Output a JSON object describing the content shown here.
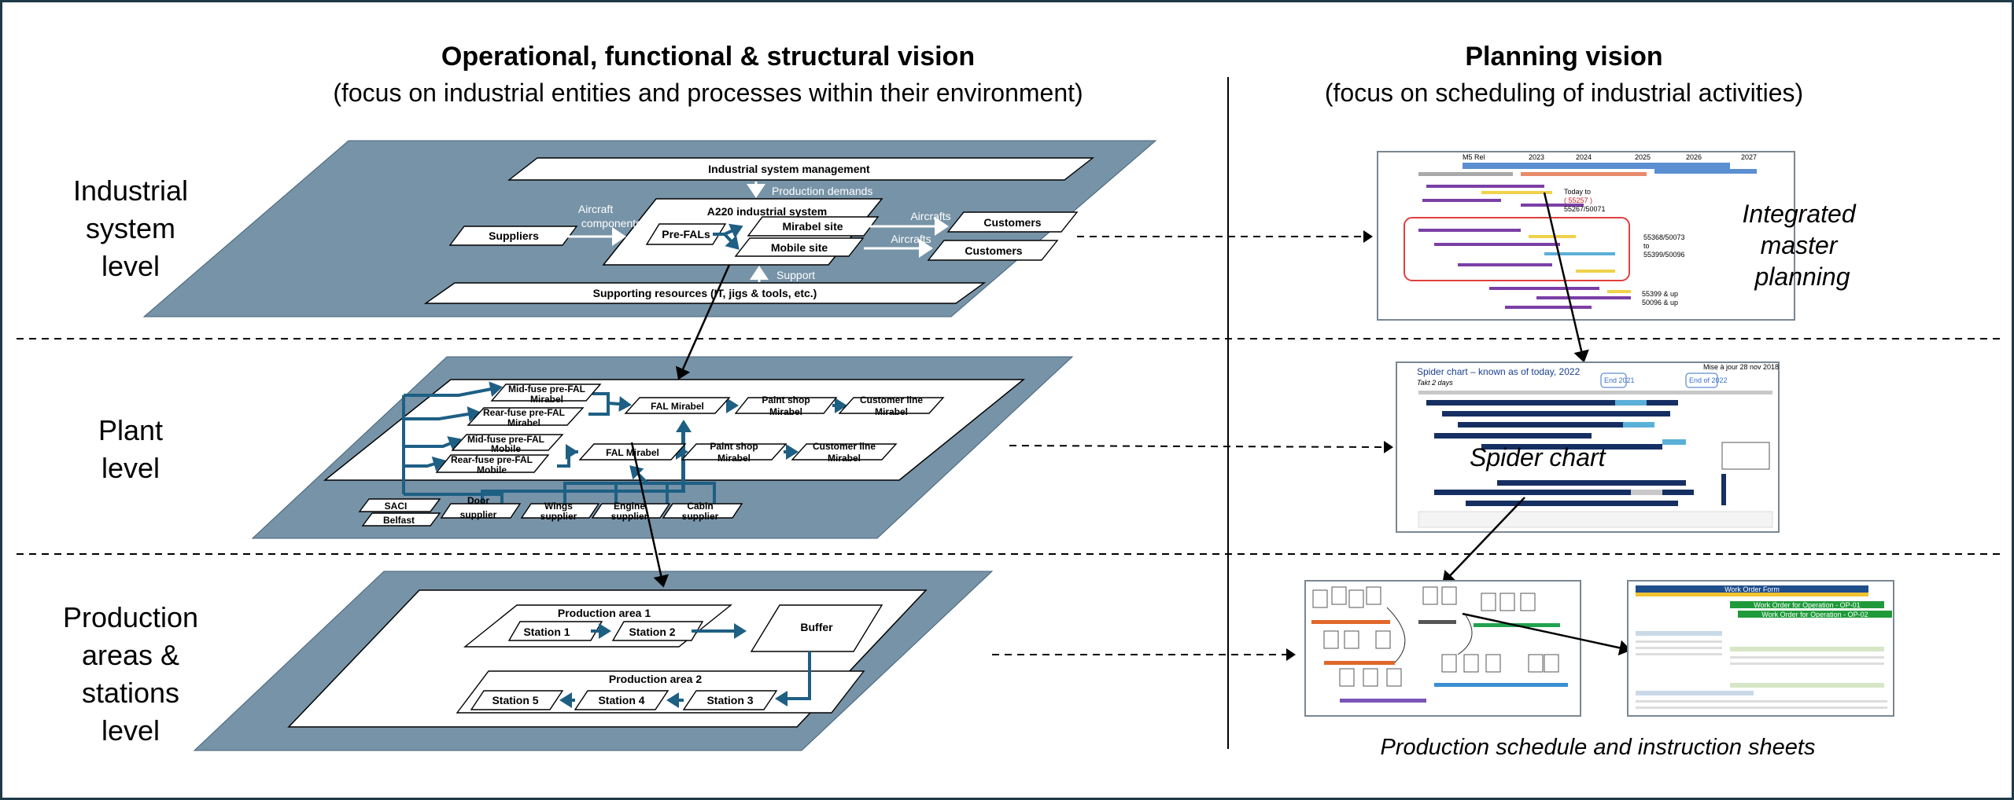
{
  "headings": {
    "left_title": "Operational, functional & structural vision",
    "left_subtitle": "(focus on industrial entities and processes within their environment)",
    "right_title": "Planning vision",
    "right_subtitle": "(focus on scheduling  of industrial activities)"
  },
  "levels": {
    "industrial": [
      "Industrial",
      "system",
      "level"
    ],
    "plant": [
      "Plant",
      "level"
    ],
    "production": [
      "Production",
      "areas &",
      "stations",
      "level"
    ]
  },
  "industrial_diagram": {
    "management": "Industrial system management",
    "production_demands": "Production demands",
    "system": "A220 industrial system",
    "pre_fals": "Pre-FALs",
    "mirabel_site": "Mirabel site",
    "mobile_site": "Mobile site",
    "suppliers": "Suppliers",
    "aircraft_components": [
      "Aircraft",
      "components"
    ],
    "aircrafts_label_1": "Aircrafts",
    "aircrafts_label_2": "Aircrafts",
    "customers_1": "Customers",
    "customers_2": "Customers",
    "support": "Support",
    "supporting_resources": "Supporting resources (IT, jigs & tools, etc.)"
  },
  "plant_diagram": {
    "mid_fuse_mirabel": [
      "Mid-fuse pre-FAL",
      "Mirabel"
    ],
    "rear_fuse_mirabel": [
      "Rear-fuse pre-FAL",
      "Mirabel"
    ],
    "mid_fuse_mobile": [
      "Mid-fuse pre-FAL",
      "Mobile"
    ],
    "rear_fuse_mobile": [
      "Rear-fuse pre-FAL",
      "Mobile"
    ],
    "fal_mirabel_1": "FAL Mirabel",
    "fal_mirabel_2": "FAL Mirabel",
    "paint_shop_1": [
      "Paint shop",
      "Mirabel"
    ],
    "paint_shop_2": [
      "Paint shop",
      "Mirabel"
    ],
    "customer_line_1": [
      "Customer line",
      "Mirabel"
    ],
    "customer_line_2": [
      "Customer line",
      "Mirabel"
    ],
    "saci": "SACI",
    "belfast": "Belfast",
    "door_supplier": [
      "Door",
      "supplier"
    ],
    "wings_supplier": [
      "Wings",
      "supplier"
    ],
    "engine_supplier": [
      "Engine",
      "supplier"
    ],
    "cabin_supplier": [
      "Cabin",
      "supplier"
    ]
  },
  "production_diagram": {
    "area1": "Production area 1",
    "area2": "Production area 2",
    "station1": "Station 1",
    "station2": "Station 2",
    "station3": "Station 3",
    "station4": "Station 4",
    "station5": "Station 5",
    "buffer": "Buffer"
  },
  "planning": {
    "master_caption": [
      "Integrated",
      "master",
      "planning"
    ],
    "spider_caption": "Spider chart",
    "schedule_caption": "Production schedule and instruction sheets",
    "master_thumb": {
      "years": [
        "M5 Rel",
        "2023",
        "2024",
        "2025",
        "2026",
        "2027"
      ],
      "today_label": [
        "Today to",
        "( 55257 )",
        "55267/50071"
      ],
      "range_1": [
        "55368/50073",
        "to",
        "55399/50096"
      ],
      "range_2": [
        "55399 & up",
        "50096 & up"
      ]
    },
    "spider_thumb": {
      "title": "Spider chart – known as of today, 2022",
      "subtitle": "Takt 2 days",
      "callouts": [
        "End 2021",
        "End of 2022"
      ],
      "label_right": "Mise à jour 28 nov 2018"
    },
    "schedule_thumb": {
      "form_title": "Work Order Form",
      "form_sub_1": "Work Order for Operation - OP-01",
      "form_sub_2": "Work Order for Operation - OP-02"
    }
  },
  "colors": {
    "plane": "#7793a7",
    "flow": "#1e5f84",
    "border": "#1f3a48"
  }
}
